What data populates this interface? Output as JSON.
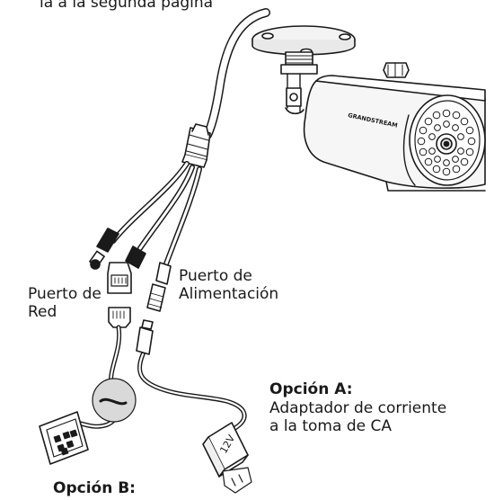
{
  "labels": {
    "top_cut": "la a la segunda página",
    "network_port": "Puerto de\nRed",
    "power_port": "Puerto de\nAlimentación",
    "option_a_title": "Opción A:",
    "option_a_text": "Adaptador de corriente\na la toma de CA",
    "option_b_title": "Opción B:",
    "brand": "GRANDSTREAM",
    "adapter_voltage": "12V"
  }
}
